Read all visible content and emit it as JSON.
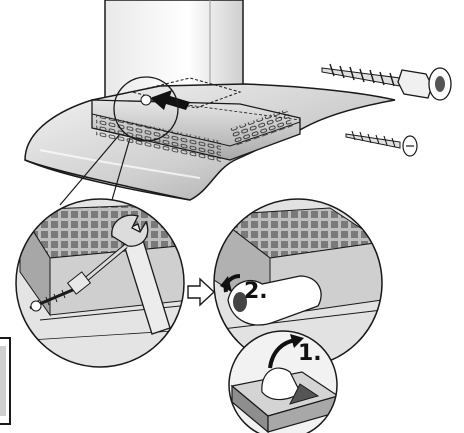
{
  "steps": {
    "first": "1.",
    "second": "2."
  },
  "colors": {
    "line": "#1a1a1a",
    "glass_light": "#f2f2f2",
    "glass_mid": "#bdbdbd",
    "metal": "#d9d9d9",
    "shadow": "#8a8a8a"
  },
  "icons": {
    "arrow": "hollow-right-arrow",
    "screw": "wood-screw",
    "wrench": "open-end-wrench"
  }
}
